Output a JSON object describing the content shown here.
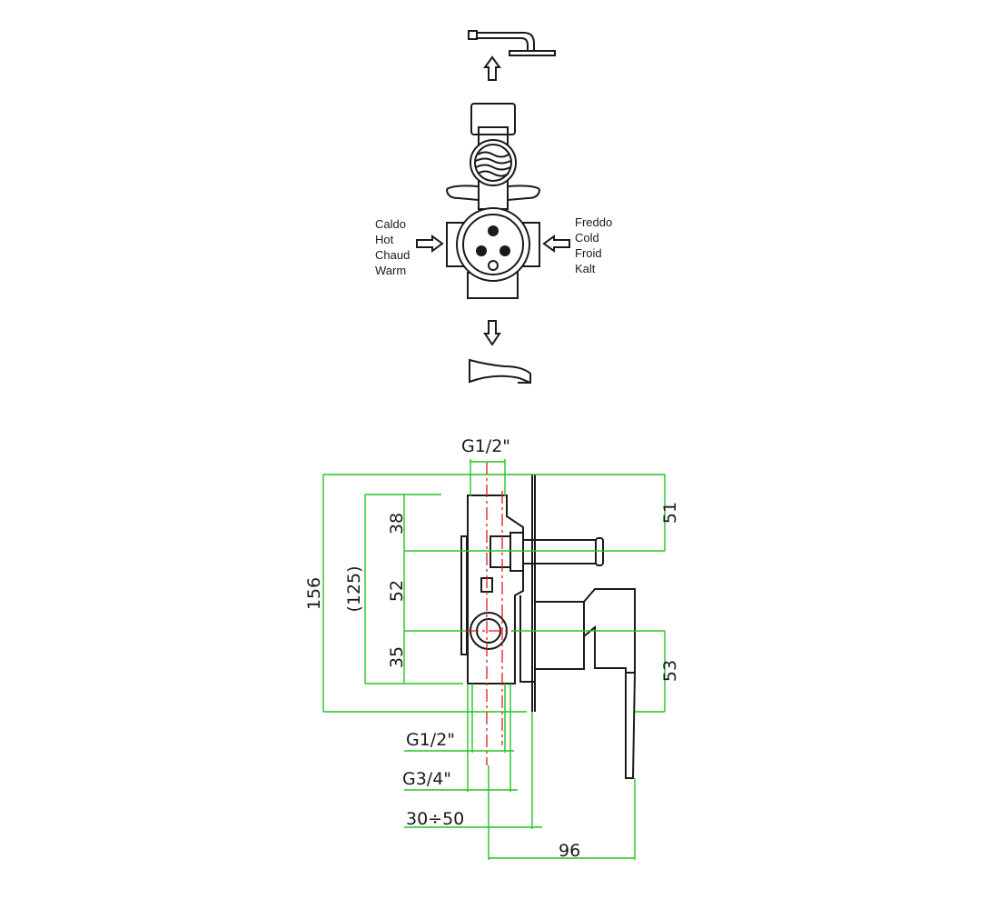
{
  "labels": {
    "left": [
      "Caldo",
      "Hot",
      "Chaud",
      "Warm"
    ],
    "right": [
      "Freddo",
      "Cold",
      "Froid",
      "Kalt"
    ]
  },
  "dimensions": {
    "top_thread": "G1/2\"",
    "total_height": "156",
    "body_height": "(125)",
    "upper": "38",
    "middle": "52",
    "lower": "35",
    "right_upper": "51",
    "right_lower": "53",
    "thread_small": "G1/2\"",
    "thread_large": "G3/4\"",
    "depth_range": "30÷50",
    "projection": "96"
  }
}
